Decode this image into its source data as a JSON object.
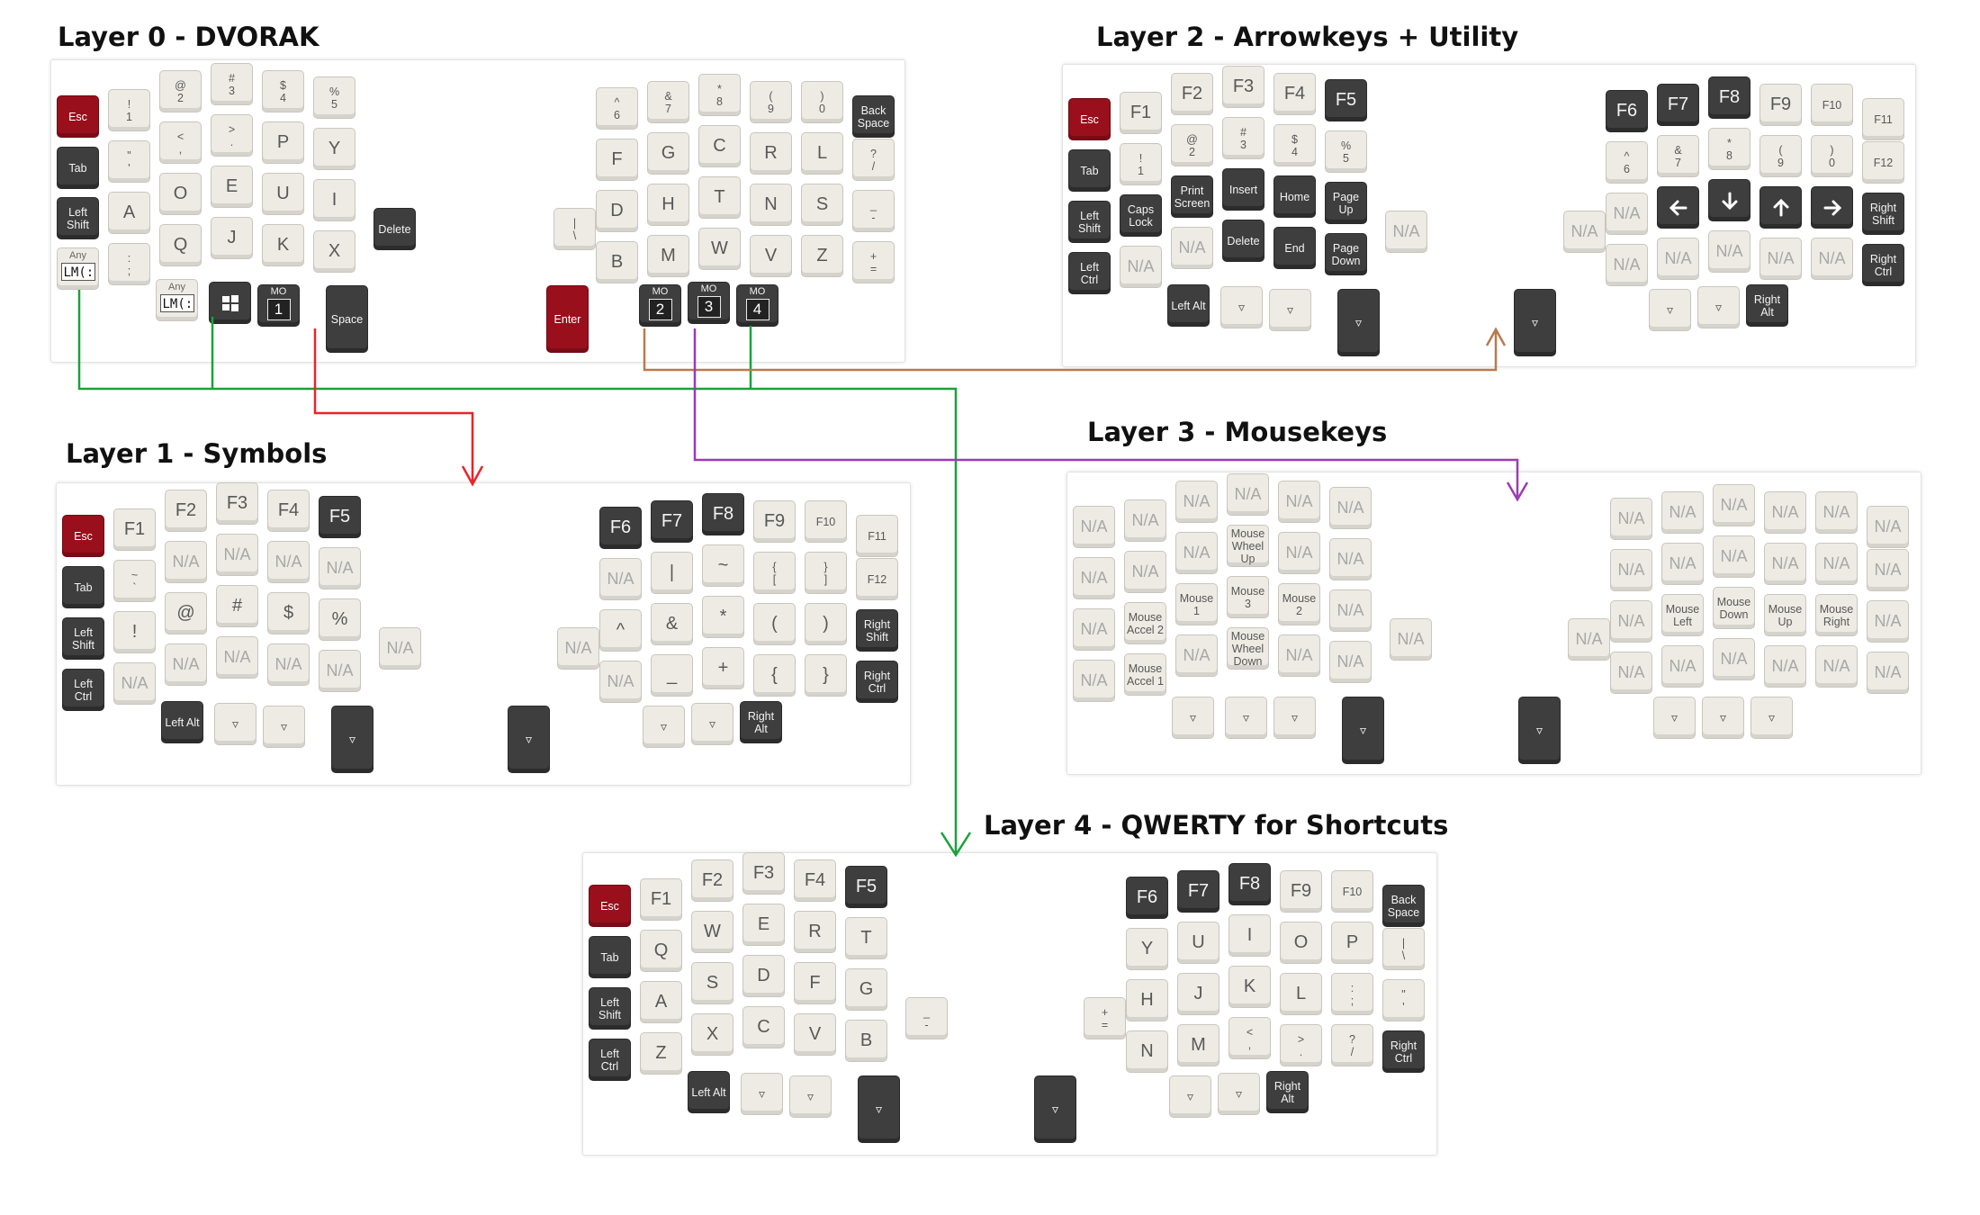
{
  "colors": {
    "red_key": "#9a0f1c",
    "dark_key": "#3e3e3e",
    "light_key": "#eeebe4",
    "connector_layer1": "#e8252b",
    "connector_layer2": "#b87a4f",
    "connector_layer3": "#9b3bb3",
    "connector_layer4": "#1aa23a"
  },
  "layers": [
    {
      "id": "L0",
      "title": "Layer 0 - DVORAK",
      "keys": [
        {
          "label": "Esc",
          "color": "red"
        },
        {
          "label": "!\n1"
        },
        {
          "label": "@\n2"
        },
        {
          "label": "#\n3"
        },
        {
          "label": "$\n4"
        },
        {
          "label": "%\n5"
        },
        {
          "label": "Tab",
          "color": "dark"
        },
        {
          "label": "\"\n'"
        },
        {
          "label": "<\n,"
        },
        {
          "label": ">\n."
        },
        {
          "label": "P"
        },
        {
          "label": "Y"
        },
        {
          "label": "Left\nShift",
          "color": "dark"
        },
        {
          "label": "A"
        },
        {
          "label": "O"
        },
        {
          "label": "E"
        },
        {
          "label": "U"
        },
        {
          "label": "I"
        },
        {
          "label": "Delete",
          "color": "dark"
        },
        {
          "kind": "lm",
          "top": "Any",
          "box": "LM(:"
        },
        {
          "label": ":\n;"
        },
        {
          "label": "Q"
        },
        {
          "label": "J"
        },
        {
          "label": "K"
        },
        {
          "label": "X"
        },
        {
          "kind": "lm",
          "top": "Any",
          "box": "LM(:"
        },
        {
          "icon": "windows-icon",
          "color": "dark"
        },
        {
          "kind": "mo",
          "top": "MO",
          "box": "1"
        },
        {
          "label": "Space",
          "color": "dark"
        },
        {
          "label": "^\n6"
        },
        {
          "label": "&\n7"
        },
        {
          "label": "*\n8"
        },
        {
          "label": "(\n9"
        },
        {
          "label": ")\n0"
        },
        {
          "label": "Back\nSpace",
          "color": "dark"
        },
        {
          "label": "F"
        },
        {
          "label": "G"
        },
        {
          "label": "C"
        },
        {
          "label": "R"
        },
        {
          "label": "L"
        },
        {
          "label": "?\n/"
        },
        {
          "label": "|\n\\"
        },
        {
          "label": "D"
        },
        {
          "label": "H"
        },
        {
          "label": "T"
        },
        {
          "label": "N"
        },
        {
          "label": "S"
        },
        {
          "label": "_\n-"
        },
        {
          "label": "B"
        },
        {
          "label": "M"
        },
        {
          "label": "W"
        },
        {
          "label": "V"
        },
        {
          "label": "Z"
        },
        {
          "label": "+\n="
        },
        {
          "label": "Enter",
          "color": "red"
        },
        {
          "kind": "mo",
          "top": "MO",
          "box": "2"
        },
        {
          "kind": "mo",
          "top": "MO",
          "box": "3"
        },
        {
          "kind": "mo",
          "top": "MO",
          "box": "4"
        }
      ]
    },
    {
      "id": "L1",
      "title": "Layer 1 - Symbols",
      "keys": [
        {
          "label": "Esc",
          "color": "red"
        },
        {
          "label": "F1"
        },
        {
          "label": "F2"
        },
        {
          "label": "F3"
        },
        {
          "label": "F4"
        },
        {
          "label": "F5",
          "color": "dark"
        },
        {
          "label": "Tab",
          "color": "dark"
        },
        {
          "label": "~\n`"
        },
        {
          "label": "N/A"
        },
        {
          "label": "N/A"
        },
        {
          "label": "N/A"
        },
        {
          "label": "N/A"
        },
        {
          "label": "Left\nShift",
          "color": "dark"
        },
        {
          "label": "!"
        },
        {
          "label": "@"
        },
        {
          "label": "#"
        },
        {
          "label": "$"
        },
        {
          "label": "%"
        },
        {
          "label": "N/A"
        },
        {
          "label": "Left\nCtrl",
          "color": "dark"
        },
        {
          "label": "N/A"
        },
        {
          "label": "N/A"
        },
        {
          "label": "N/A"
        },
        {
          "label": "N/A"
        },
        {
          "label": "N/A"
        },
        {
          "label": "Left Alt",
          "color": "dark"
        },
        {
          "label": "▿"
        },
        {
          "label": "▿"
        },
        {
          "label": "▿",
          "color": "dark"
        },
        {
          "label": "F6",
          "color": "dark"
        },
        {
          "label": "F7",
          "color": "dark"
        },
        {
          "label": "F8",
          "color": "dark"
        },
        {
          "label": "F9"
        },
        {
          "label": "F10"
        },
        {
          "label": "F11"
        },
        {
          "label": "N/A"
        },
        {
          "label": "|"
        },
        {
          "label": "~"
        },
        {
          "label": "{\n["
        },
        {
          "label": "}\n]"
        },
        {
          "label": "F12"
        },
        {
          "label": "N/A"
        },
        {
          "label": "^"
        },
        {
          "label": "&"
        },
        {
          "label": "*"
        },
        {
          "label": "("
        },
        {
          "label": ")"
        },
        {
          "label": "Right\nShift",
          "color": "dark"
        },
        {
          "label": "N/A"
        },
        {
          "label": "_"
        },
        {
          "label": "+"
        },
        {
          "label": "{"
        },
        {
          "label": "}"
        },
        {
          "label": "Right\nCtrl",
          "color": "dark"
        },
        {
          "label": "▿",
          "color": "dark"
        },
        {
          "label": "▿"
        },
        {
          "label": "▿"
        },
        {
          "label": "Right\nAlt",
          "color": "dark"
        }
      ]
    },
    {
      "id": "L2",
      "title": "Layer 2 - Arrowkeys + Utility",
      "keys": [
        {
          "label": "Esc",
          "color": "red"
        },
        {
          "label": "F1"
        },
        {
          "label": "F2"
        },
        {
          "label": "F3"
        },
        {
          "label": "F4"
        },
        {
          "label": "F5",
          "color": "dark"
        },
        {
          "label": "Tab",
          "color": "dark"
        },
        {
          "label": "!\n1"
        },
        {
          "label": "@\n2"
        },
        {
          "label": "#\n3"
        },
        {
          "label": "$\n4"
        },
        {
          "label": "%\n5"
        },
        {
          "label": "Left\nShift",
          "color": "dark"
        },
        {
          "label": "Caps\nLock",
          "color": "dark"
        },
        {
          "label": "Print\nScreen",
          "color": "dark"
        },
        {
          "label": "Insert",
          "color": "dark"
        },
        {
          "label": "Home",
          "color": "dark"
        },
        {
          "label": "Page\nUp",
          "color": "dark"
        },
        {
          "label": "N/A"
        },
        {
          "label": "Left\nCtrl",
          "color": "dark"
        },
        {
          "label": "N/A"
        },
        {
          "label": "N/A"
        },
        {
          "label": "Delete",
          "color": "dark"
        },
        {
          "label": "End",
          "color": "dark"
        },
        {
          "label": "Page\nDown",
          "color": "dark"
        },
        {
          "label": "Left Alt",
          "color": "dark"
        },
        {
          "label": "▿"
        },
        {
          "label": "▿"
        },
        {
          "label": "▿",
          "color": "dark"
        },
        {
          "label": "F6",
          "color": "dark"
        },
        {
          "label": "F7",
          "color": "dark"
        },
        {
          "label": "F8",
          "color": "dark"
        },
        {
          "label": "F9"
        },
        {
          "label": "F10"
        },
        {
          "label": "F11"
        },
        {
          "label": "^\n6"
        },
        {
          "label": "&\n7"
        },
        {
          "label": "*\n8"
        },
        {
          "label": "(\n9"
        },
        {
          "label": ")\n0"
        },
        {
          "label": "F12"
        },
        {
          "label": "N/A"
        },
        {
          "label": "N/A"
        },
        {
          "icon": "arrow-left-icon",
          "color": "dark"
        },
        {
          "icon": "arrow-down-icon",
          "color": "dark"
        },
        {
          "icon": "arrow-up-icon",
          "color": "dark"
        },
        {
          "icon": "arrow-right-icon",
          "color": "dark"
        },
        {
          "label": "Right\nShift",
          "color": "dark"
        },
        {
          "label": "N/A"
        },
        {
          "label": "N/A"
        },
        {
          "label": "N/A"
        },
        {
          "label": "N/A"
        },
        {
          "label": "N/A"
        },
        {
          "label": "Right\nCtrl",
          "color": "dark"
        },
        {
          "label": "▿",
          "color": "dark"
        },
        {
          "label": "▿"
        },
        {
          "label": "▿"
        },
        {
          "label": "Right\nAlt",
          "color": "dark"
        }
      ]
    },
    {
      "id": "L3",
      "title": "Layer 3 - Mousekeys",
      "keys": [
        {
          "label": "N/A"
        },
        {
          "label": "N/A"
        },
        {
          "label": "N/A"
        },
        {
          "label": "N/A"
        },
        {
          "label": "N/A"
        },
        {
          "label": "N/A"
        },
        {
          "label": "N/A"
        },
        {
          "label": "N/A"
        },
        {
          "label": "N/A"
        },
        {
          "label": "Mouse\nWheel\nUp"
        },
        {
          "label": "N/A"
        },
        {
          "label": "N/A"
        },
        {
          "label": "N/A"
        },
        {
          "label": "Mouse\nAccel 2"
        },
        {
          "label": "Mouse\n1"
        },
        {
          "label": "Mouse\n3"
        },
        {
          "label": "Mouse\n2"
        },
        {
          "label": "N/A"
        },
        {
          "label": "N/A"
        },
        {
          "label": "N/A"
        },
        {
          "label": "Mouse\nAccel 1"
        },
        {
          "label": "N/A"
        },
        {
          "label": "Mouse\nWheel\nDown"
        },
        {
          "label": "N/A"
        },
        {
          "label": "N/A"
        },
        {
          "label": "▿"
        },
        {
          "label": "▿"
        },
        {
          "label": "▿"
        },
        {
          "label": "▿",
          "color": "dark"
        },
        {
          "label": "N/A"
        },
        {
          "label": "N/A"
        },
        {
          "label": "N/A"
        },
        {
          "label": "N/A"
        },
        {
          "label": "N/A"
        },
        {
          "label": "N/A"
        },
        {
          "label": "N/A"
        },
        {
          "label": "N/A"
        },
        {
          "label": "N/A"
        },
        {
          "label": "N/A"
        },
        {
          "label": "N/A"
        },
        {
          "label": "N/A"
        },
        {
          "label": "N/A"
        },
        {
          "label": "N/A"
        },
        {
          "label": "Mouse\nLeft"
        },
        {
          "label": "Mouse\nDown"
        },
        {
          "label": "Mouse\nUp"
        },
        {
          "label": "Mouse\nRight"
        },
        {
          "label": "N/A"
        },
        {
          "label": "N/A"
        },
        {
          "label": "N/A"
        },
        {
          "label": "N/A"
        },
        {
          "label": "N/A"
        },
        {
          "label": "N/A"
        },
        {
          "label": "N/A"
        },
        {
          "label": "▿",
          "color": "dark"
        },
        {
          "label": "▿"
        },
        {
          "label": "▿"
        },
        {
          "label": "▿"
        }
      ]
    },
    {
      "id": "L4",
      "title": "Layer 4 - QWERTY for Shortcuts",
      "keys": [
        {
          "label": "Esc",
          "color": "red"
        },
        {
          "label": "F1"
        },
        {
          "label": "F2"
        },
        {
          "label": "F3"
        },
        {
          "label": "F4"
        },
        {
          "label": "F5",
          "color": "dark"
        },
        {
          "label": "Tab",
          "color": "dark"
        },
        {
          "label": "Q"
        },
        {
          "label": "W"
        },
        {
          "label": "E"
        },
        {
          "label": "R"
        },
        {
          "label": "T"
        },
        {
          "label": "Left\nShift",
          "color": "dark"
        },
        {
          "label": "A"
        },
        {
          "label": "S"
        },
        {
          "label": "D"
        },
        {
          "label": "F"
        },
        {
          "label": "G"
        },
        {
          "label": "_\n-"
        },
        {
          "label": "Left\nCtrl",
          "color": "dark"
        },
        {
          "label": "Z"
        },
        {
          "label": "X"
        },
        {
          "label": "C"
        },
        {
          "label": "V"
        },
        {
          "label": "B"
        },
        {
          "label": "Left Alt",
          "color": "dark"
        },
        {
          "label": "▿"
        },
        {
          "label": "▿"
        },
        {
          "label": "▿",
          "color": "dark"
        },
        {
          "label": "F6",
          "color": "dark"
        },
        {
          "label": "F7",
          "color": "dark"
        },
        {
          "label": "F8",
          "color": "dark"
        },
        {
          "label": "F9"
        },
        {
          "label": "F10"
        },
        {
          "label": "Back\nSpace",
          "color": "dark"
        },
        {
          "label": "Y"
        },
        {
          "label": "U"
        },
        {
          "label": "I"
        },
        {
          "label": "O"
        },
        {
          "label": "P"
        },
        {
          "label": "|\n\\"
        },
        {
          "label": "+\n="
        },
        {
          "label": "H"
        },
        {
          "label": "J"
        },
        {
          "label": "K"
        },
        {
          "label": "L"
        },
        {
          "label": ":\n;"
        },
        {
          "label": "\"\n'"
        },
        {
          "label": "N"
        },
        {
          "label": "M"
        },
        {
          "label": "<\n,"
        },
        {
          "label": ">\n."
        },
        {
          "label": "?\n/"
        },
        {
          "label": "Right\nCtrl",
          "color": "dark"
        },
        {
          "label": "▿",
          "color": "dark"
        },
        {
          "label": "▿"
        },
        {
          "label": "▿"
        },
        {
          "label": "Right\nAlt",
          "color": "dark"
        }
      ]
    }
  ]
}
